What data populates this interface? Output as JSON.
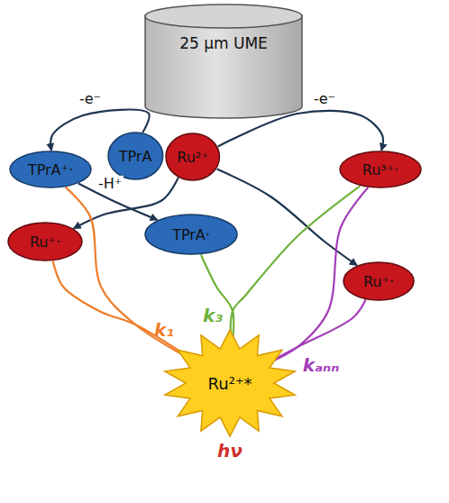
{
  "diagram": {
    "nodes": [
      {
        "text": [
          "25 µm UME"
        ]
      },
      {
        "text": [
          "TPrA⁺·"
        ]
      },
      {
        "text": [
          "TPrA"
        ]
      },
      {
        "text": [
          "Ru²⁺"
        ]
      },
      {
        "text": [
          "Ru³⁺·"
        ]
      },
      {
        "text": [
          "Ru⁺·"
        ]
      },
      {
        "text": [
          "TPrA·"
        ]
      },
      {
        "text": [
          "Ru⁺·"
        ]
      },
      {
        "text": [
          "Ru²⁺*"
        ]
      }
    ],
    "edges": [
      {
        "from": 2,
        "to": 1,
        "arrow": "to",
        "label": "-e⁻"
      },
      {
        "from": 3,
        "to": 4,
        "arrow": "to",
        "label": "-e⁻"
      },
      {
        "from": 1,
        "to": 6,
        "arrow": "to",
        "label": "-H⁺"
      },
      {
        "from": 3,
        "to": 5,
        "arrow": "to"
      },
      {
        "from": 3,
        "to": 7,
        "arrow": "to"
      },
      {
        "from": 1,
        "to": 8,
        "arrow": "to"
      },
      {
        "from": 5,
        "to": 8,
        "arrow": "to"
      },
      {
        "from": 6,
        "to": 8,
        "arrow": "to"
      },
      {
        "from": 4,
        "to": 8,
        "arrow": "to"
      },
      {
        "from": 4,
        "to": 8,
        "arrow": "to"
      },
      {
        "from": 7,
        "to": 8,
        "arrow": "to"
      }
    ],
    "labels": [
      "k₁",
      "k₃",
      "kₐₙₙ",
      "hν"
    ]
  }
}
